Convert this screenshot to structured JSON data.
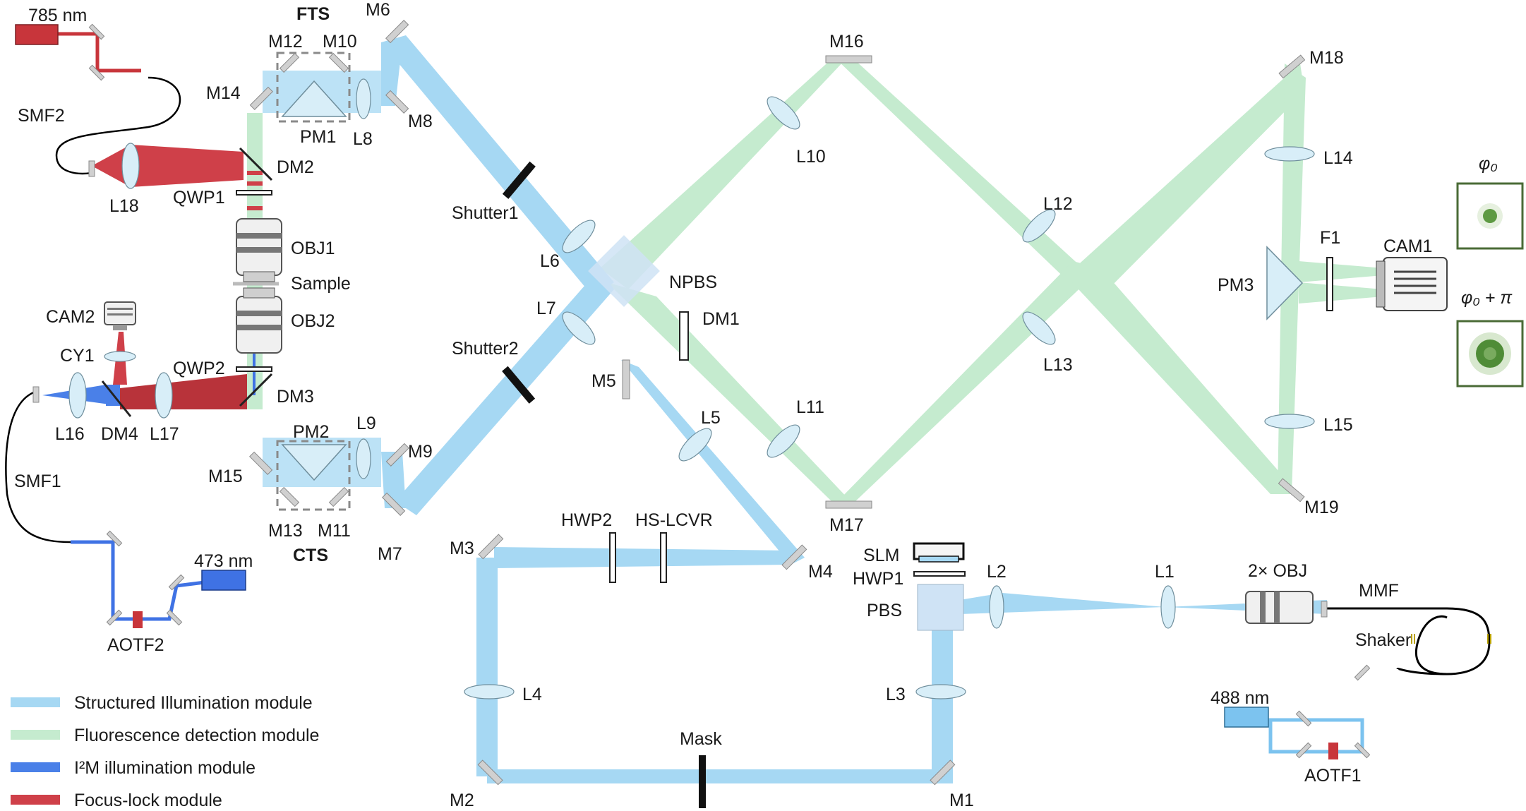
{
  "diagram_labels": {
    "laser_785": "785 nm",
    "laser_473": "473 nm",
    "laser_488": "488 nm",
    "fts": "FTS",
    "cts": "CTS",
    "smf2": "SMF2",
    "smf1": "SMF1",
    "mmf": "MMF",
    "shaker": "Shaker",
    "aotf1": "AOTF1",
    "aotf2": "AOTF2",
    "m1": "M1",
    "m2": "M2",
    "m3": "M3",
    "m4": "M4",
    "m5": "M5",
    "m6": "M6",
    "m7": "M7",
    "m8": "M8",
    "m9": "M9",
    "m10": "M10",
    "m11": "M11",
    "m12": "M12",
    "m13": "M13",
    "m14": "M14",
    "m15": "M15",
    "m16": "M16",
    "m17": "M17",
    "m18": "M18",
    "m19": "M19",
    "l1": "L1",
    "l2": "L2",
    "l3": "L3",
    "l4": "L4",
    "l5": "L5",
    "l6": "L6",
    "l7": "L7",
    "l8": "L8",
    "l9": "L9",
    "l10": "L10",
    "l11": "L11",
    "l12": "L12",
    "l13": "L13",
    "l14": "L14",
    "l15": "L15",
    "l16": "L16",
    "l17": "L17",
    "l18": "L18",
    "pm1": "PM1",
    "pm2": "PM2",
    "pm3": "PM3",
    "dm1": "DM1",
    "dm2": "DM2",
    "dm3": "DM3",
    "dm4": "DM4",
    "qwp1": "QWP1",
    "qwp2": "QWP2",
    "obj1": "OBJ1",
    "obj2": "OBJ2",
    "sample": "Sample",
    "cam1": "CAM1",
    "cam2": "CAM2",
    "cy1": "CY1",
    "f1": "F1",
    "npbs": "NPBS",
    "pbs": "PBS",
    "slm": "SLM",
    "hwp1": "HWP1",
    "hwp2": "HWP2",
    "hs_lcvr": "HS-LCVR",
    "shutter1": "Shutter1",
    "shutter2": "Shutter2",
    "mask": "Mask",
    "obj_2x": "2× OBJ",
    "phase0": "φ₀",
    "phase_pi": "φ₀ + π"
  },
  "legend": [
    {
      "label": "Structured Illumination module",
      "color": "#a6d8f3"
    },
    {
      "label": "Fluorescence detection module",
      "color": "#c5ebcf"
    },
    {
      "label": "I²M illumination module",
      "color": "#4a80e8"
    },
    {
      "label": "Focus-lock module",
      "color": "#cf4049"
    }
  ],
  "colors": {
    "structured": "#a6d8f3",
    "fluorescence": "#c5ebcf",
    "i2m": "#4a80e8",
    "focus_lock": "#cf4049",
    "laser_red": "#c8353b",
    "laser_blue": "#3f72e4",
    "laser_light_blue": "#7cc3ef"
  }
}
